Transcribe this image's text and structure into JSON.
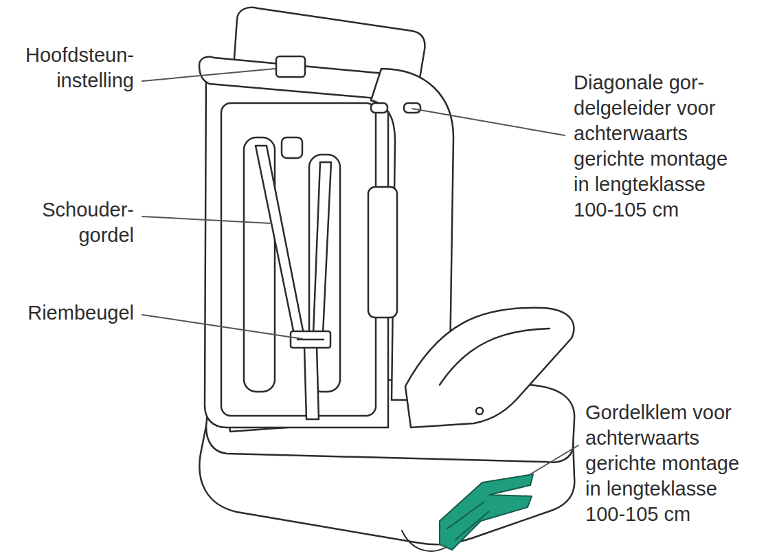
{
  "diagram": {
    "labels": [
      "Hoofdsteun- instelling",
      "Diagonale gor- delgeleider voor achterwaarts gerichte montage in lengteklasse 100-105 cm",
      "Schouder- gordel",
      "Riembeugel",
      "Gordelklem voor achterwaarts gerichte montage in lengteklasse 100-105 cm"
    ]
  }
}
